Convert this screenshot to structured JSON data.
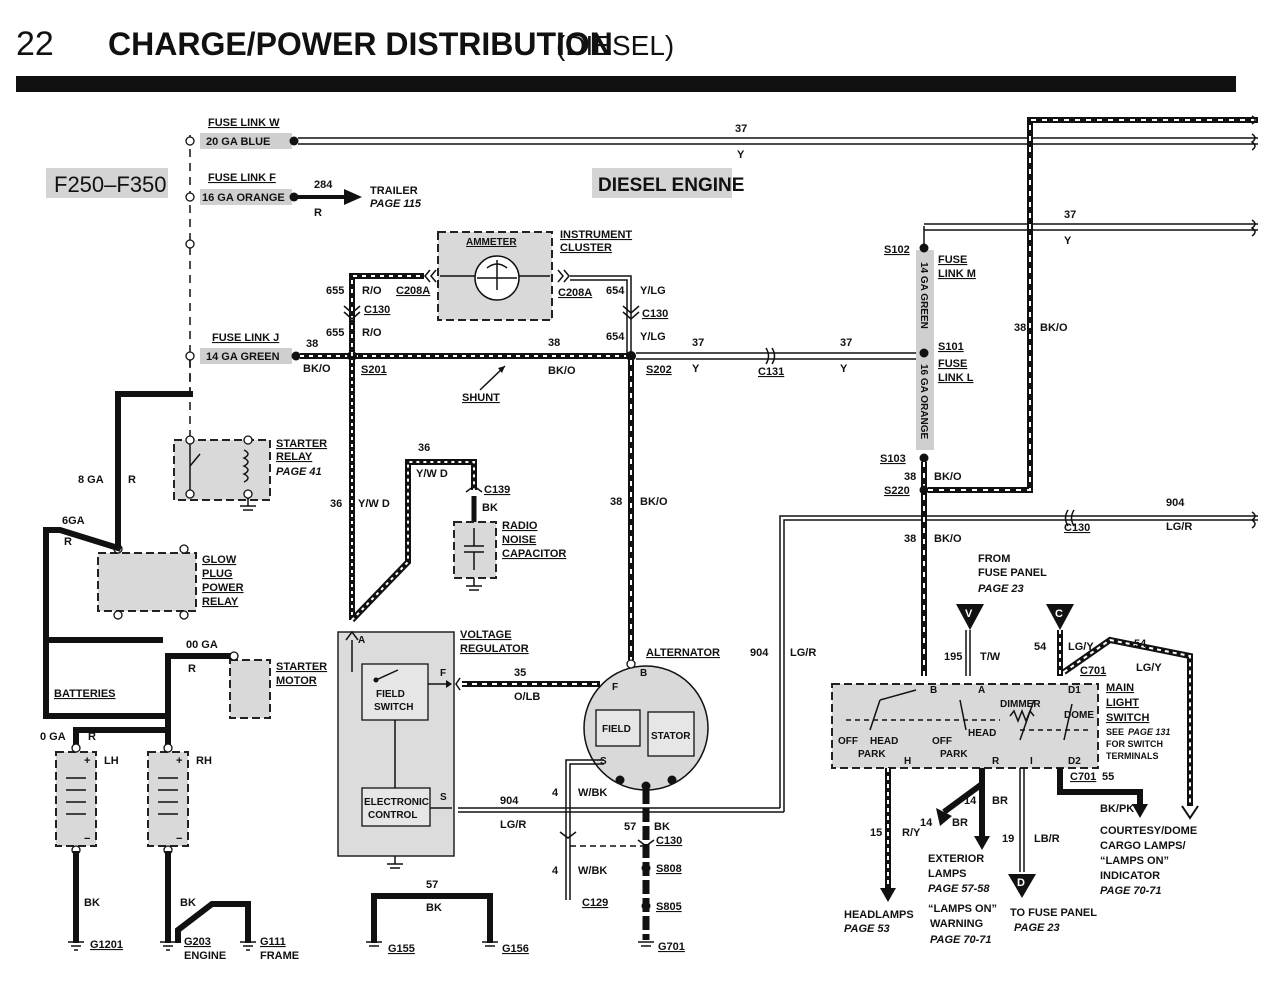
{
  "header": {
    "page_number": "22",
    "title": "CHARGE/POWER DISTRIBUTION",
    "subtitle": "(DIESEL)"
  },
  "model": "F250–F350",
  "engine": "DIESEL ENGINE",
  "fuse_links": {
    "w_name": "FUSE LINK W",
    "w_spec": "20 GA BLUE",
    "f_name": "FUSE LINK F",
    "f_spec": "16 GA ORANGE",
    "j_name": "FUSE LINK J",
    "j_spec": "14 GA GREEN",
    "m_name": "FUSE",
    "m_name2": "LINK M",
    "m_spec": "14 GA GREEN",
    "l_name": "FUSE",
    "l_name2": "LINK L",
    "l_spec": "16 GA ORANGE"
  },
  "components": {
    "ammeter": "AMMETER",
    "instrument": "INSTRUMENT",
    "cluster": "CLUSTER",
    "trailer": "TRAILER",
    "trailer_page": "PAGE 115",
    "starter_relay_1": "STARTER",
    "starter_relay_2": "RELAY",
    "starter_relay_page": "PAGE 41",
    "glow_1": "GLOW",
    "glow_2": "PLUG",
    "glow_3": "POWER",
    "glow_4": "RELAY",
    "starter_motor_1": "STARTER",
    "starter_motor_2": "MOTOR",
    "batteries": "BATTERIES",
    "radio_1": "RADIO",
    "radio_2": "NOISE",
    "radio_3": "CAPACITOR",
    "vreg_1": "VOLTAGE",
    "vreg_2": "REGULATOR",
    "field_switch_1": "FIELD",
    "field_switch_2": "SWITCH",
    "electronic_1": "ELECTRONIC",
    "electronic_2": "CONTROL",
    "alternator": "ALTERNATOR",
    "field": "FIELD",
    "stator": "STATOR",
    "shunt": "SHUNT",
    "main_1": "MAIN",
    "main_2": "LIGHT",
    "main_3": "SWITCH",
    "main_see_1": "SEE",
    "main_see_2": "PAGE 131",
    "main_see_3": "FOR SWITCH",
    "main_see_4": "TERMINALS",
    "dimmer": "DIMMER",
    "dome": "DOME",
    "head": "HEAD",
    "off": "OFF",
    "park": "PARK",
    "from_1": "FROM",
    "from_2": "FUSE PANEL",
    "from_3": "PAGE 23",
    "headlamps": "HEADLAMPS",
    "headlamps_page": "PAGE 53",
    "ext_1": "EXTERIOR",
    "ext_2": "LAMPS",
    "ext_page": "PAGE 57-58",
    "lamps_on_1": "“LAMPS ON”",
    "lamps_on_2": "WARNING",
    "lamps_on_page": "PAGE 70-71",
    "to_fuse": "TO FUSE PANEL",
    "to_fuse_page": "PAGE 23",
    "courtesy_1": "COURTESY/DOME",
    "courtesy_2": "CARGO LAMPS/",
    "courtesy_3": "“LAMPS ON”",
    "courtesy_4": "INDICATOR",
    "courtesy_page": "PAGE 70-71",
    "lh": "LH",
    "rh": "RH"
  },
  "connectors": {
    "c208a": "C208A",
    "c130": "C130",
    "c131": "C131",
    "c139": "C139",
    "c701": "C701",
    "c129": "C129",
    "s201": "S201",
    "s202": "S202",
    "s101": "S101",
    "s102": "S102",
    "s103": "S103",
    "s220": "S220",
    "s808": "S808",
    "s805": "S805"
  },
  "grounds": {
    "g1201": "G1201",
    "g203": "G203",
    "g203_sub": "ENGINE",
    "g111": "G111",
    "g111_sub": "FRAME",
    "g155": "G155",
    "g156": "G156",
    "g701": "G701"
  },
  "wires": {
    "c37": "37",
    "y": "Y",
    "c284": "284",
    "r": "R",
    "c655": "655",
    "ro": "R/O",
    "c654": "654",
    "ylg": "Y/LG",
    "c38": "38",
    "bko": "BK/O",
    "c36": "36",
    "ywd": "Y/W D",
    "bk": "BK",
    "c904": "904",
    "lgr": "LG/R",
    "c35": "35",
    "olb": "O/LB",
    "c4": "4",
    "wbk": "W/BK",
    "c57": "57",
    "c195": "195",
    "tw": "T/W",
    "c54": "54",
    "lgy": "LG/Y",
    "c15": "15",
    "ry": "R/Y",
    "c14": "14",
    "br": "BR",
    "c19": "19",
    "lbr": "LB/R",
    "c55": "55",
    "bkpk": "BK/PK",
    "g8": "8 GA",
    "g6": "6GA",
    "g0": "0 GA",
    "g00": "00 GA"
  },
  "terminals": {
    "a": "A",
    "f": "F",
    "s": "S",
    "b": "B",
    "i": "I",
    "h": "H",
    "r": "R",
    "d1": "D1",
    "d2": "D2",
    "v": "V",
    "c": "C",
    "d": "D"
  }
}
